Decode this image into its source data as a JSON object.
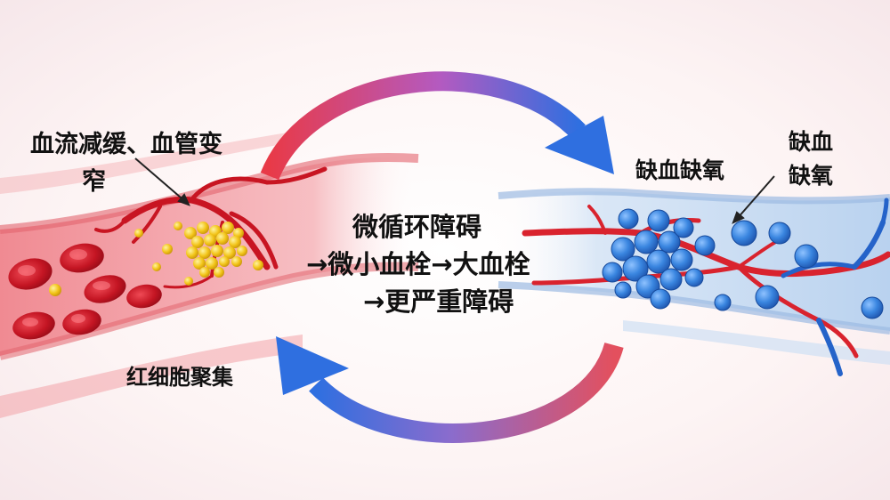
{
  "labels": {
    "narrowing_line1": "血流减缓、血管变",
    "narrowing_line2": "窄",
    "rbc_aggregation": "红细胞聚集",
    "center_line1": "微循环障碍",
    "center_line2": "→微小血栓→大血栓",
    "center_line3": "→更严重障碍",
    "ischemia_main": "缺血缺氧",
    "ischemia_side_line1": "缺血",
    "ischemia_side_line2": "缺氧"
  },
  "colors": {
    "artery_red": "#d9232e",
    "vessel_wall_red": "#f3a3a8",
    "vein_blue": "#2563c9",
    "vessel_wall_blue": "#cfe0f3",
    "clot_yellow": "#f2c418",
    "ischemic_cell_blue": "#3a86e0"
  },
  "icons": {
    "top_arrow": "curved-arrow-red-to-blue-icon",
    "bottom_arrow": "curved-arrow-blue-to-red-icon"
  }
}
